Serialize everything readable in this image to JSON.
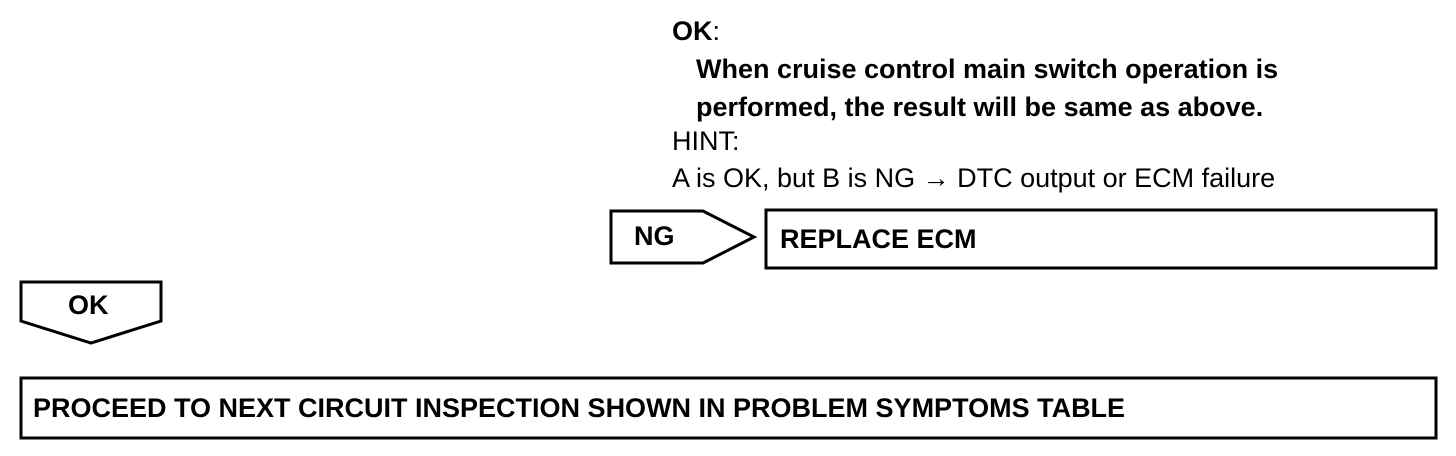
{
  "result": {
    "ok_label": "OK",
    "ok_colon": ":",
    "ok_text_line1": "When cruise control main switch operation is",
    "ok_text_line2": "performed, the result will be same as above.",
    "hint_label": "HINT:",
    "hint_text": "A is OK, but B is NG → DTC output or ECM failure"
  },
  "ng_branch": {
    "label": "NG",
    "action": "REPLACE ECM"
  },
  "ok_branch": {
    "label": "OK",
    "action": "PROCEED TO NEXT CIRCUIT INSPECTION SHOWN IN PROBLEM SYMPTOMS TABLE"
  },
  "colors": {
    "line": "#000000",
    "background": "#ffffff"
  }
}
